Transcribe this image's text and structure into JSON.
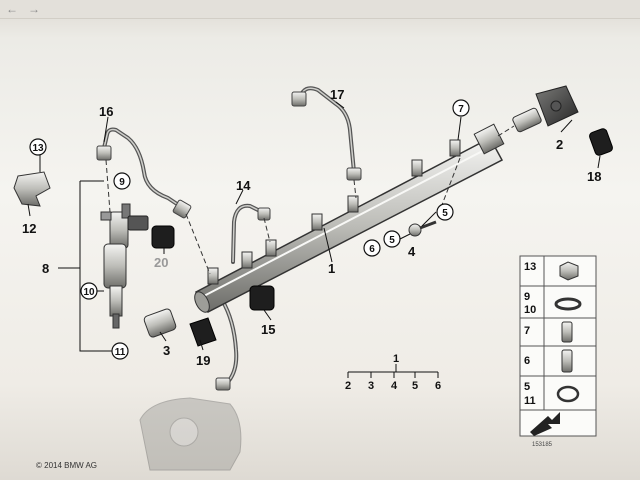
{
  "nav": {
    "back_icon": "back-arrow-icon",
    "forward_icon": "forward-arrow-icon"
  },
  "callouts": {
    "c1": "1",
    "c2": "2",
    "c3": "3",
    "c4": "4",
    "c5": "5",
    "c5b": "5",
    "c6": "6",
    "c7": "7",
    "c8": "8",
    "c9": "9",
    "c10": "10",
    "c11": "11",
    "c12": "12",
    "c13": "13",
    "c14": "14",
    "c15": "15",
    "c16": "16",
    "c17": "17",
    "c18": "18",
    "c19": "19",
    "c20": "20"
  },
  "tree": {
    "root": "1",
    "children": [
      "2",
      "3",
      "4",
      "5",
      "6"
    ]
  },
  "legend": {
    "r1": "13",
    "r2a": "9",
    "r2b": "10",
    "r3": "7",
    "r4": "6",
    "r5a": "5",
    "r5b": "11"
  },
  "refnum": "153185",
  "copyright": "© 2014 BMW AG"
}
